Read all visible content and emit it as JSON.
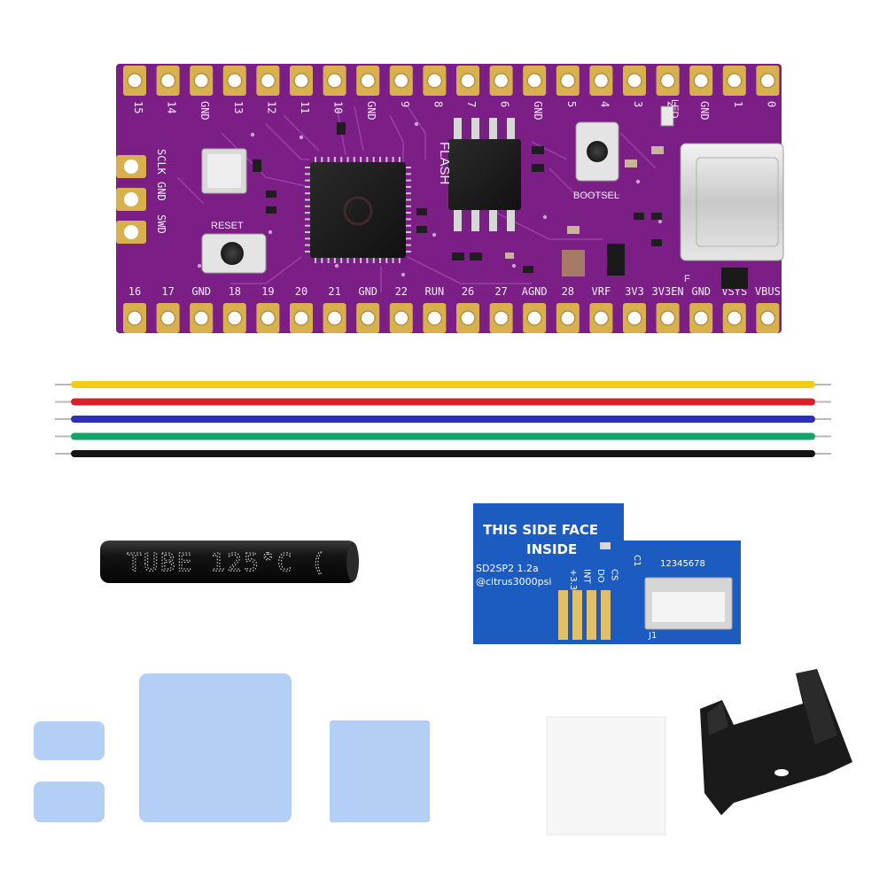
{
  "board": {
    "top_pins": [
      "15",
      "14",
      "GND",
      "13",
      "12",
      "11",
      "10",
      "GND",
      "9",
      "8",
      "7",
      "6",
      "GND",
      "5",
      "4",
      "3",
      "2",
      "GND",
      "1",
      "0"
    ],
    "bottom_pins": [
      "16",
      "17",
      "GND",
      "18",
      "19",
      "20",
      "21",
      "GND",
      "22",
      "RUN",
      "26",
      "27",
      "AGND",
      "28",
      "VRF",
      "3V3",
      "3V3EN",
      "GND",
      "VSYS",
      "VBUS"
    ],
    "side_pins": [
      "SCLK",
      "GND",
      "SWD"
    ],
    "flash_label": "FLASH",
    "reset_label": "RESET",
    "bootsel_label": "BOOTSEL",
    "led_label": "LED",
    "f_label": "F"
  },
  "wires": {
    "colors": [
      "#f2cc1a",
      "#d9202a",
      "#2c2fb8",
      "#12a56a",
      "#151515"
    ]
  },
  "tube": {
    "label": "TUBE 125°C (",
    "color": "#141414"
  },
  "adapter": {
    "line1": "THIS SIDE FACE",
    "line2": "INSIDE",
    "model": "SD2SP2 1.2a",
    "credit": "@citrus3000psi",
    "pin_labels": [
      "+3.3",
      "INT",
      "DO",
      "CS"
    ],
    "c1_label": "C1",
    "j1_label": "J1",
    "numbers": "12345678",
    "color": "#1c5bc0"
  },
  "pads": {
    "color": "#b4cff5"
  },
  "sheet": {
    "color": "#f6f6f6"
  },
  "stand": {
    "color": "#1a1a1a"
  }
}
